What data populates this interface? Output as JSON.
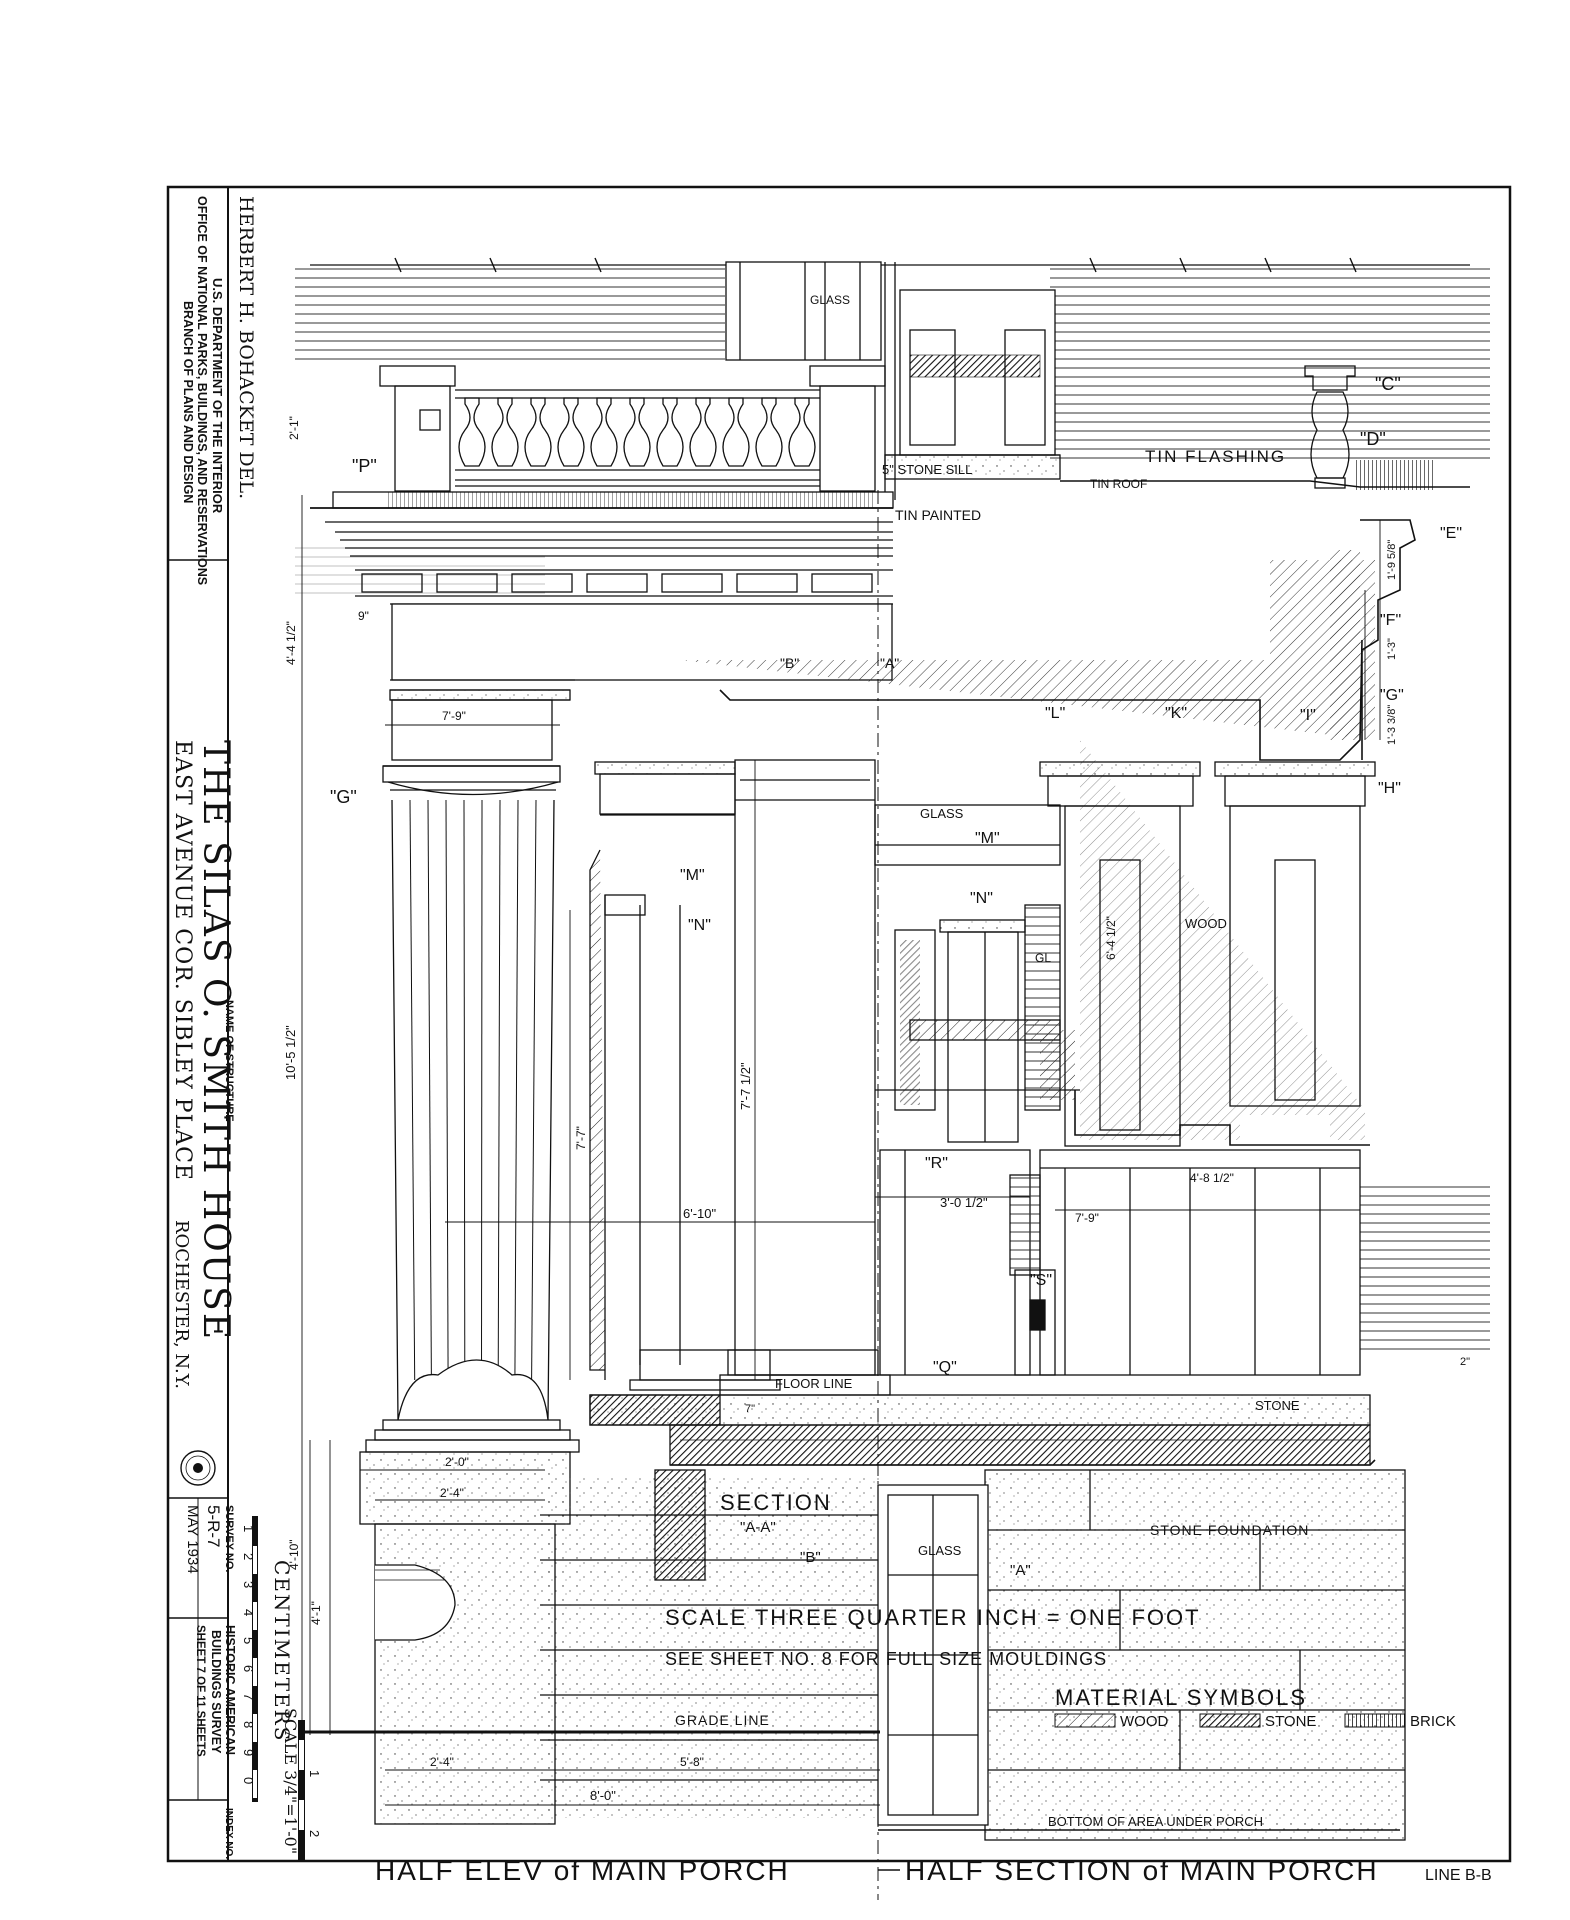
{
  "title_block": {
    "delineator": "HERBERT H. BOHACKET DEL.",
    "agency_line1": "U.S. DEPARTMENT OF THE INTERIOR",
    "agency_line2": "OFFICE OF NATIONAL PARKS, BUILDINGS, AND RESERVATIONS",
    "agency_line3": "BRANCH OF PLANS AND DESIGN",
    "name_of_structure_label": "NAME OF STRUCTURE",
    "structure_name": "THE SILAS O. SMITH HOUSE",
    "structure_address": "EAST AVENUE COR. SIBLEY PLACE",
    "structure_city": "ROCHESTER, N.Y.",
    "survey_no_label": "SURVEY NO.",
    "survey_no": "5-R-7",
    "date": "MAY 1934",
    "survey_name_line1": "HISTORIC AMERICAN",
    "survey_name_line2": "BUILDINGS SURVEY",
    "sheet_label": "SHEET 7 OF 11 SHEETS",
    "index_no_label": "INDEX NO.",
    "centimeters_label": "CENTIMETERS",
    "scale_bar_label": "SCALE 3/4\"=1'-0\"",
    "scale_ticks_cm": [
      "1",
      "2",
      "3",
      "4",
      "5",
      "6",
      "7",
      "8",
      "9",
      "0"
    ],
    "scale_ticks_ft": [
      "1",
      "2"
    ]
  },
  "drawing": {
    "title_left": "HALF ELEV of MAIN PORCH",
    "title_right": "HALF SECTION of MAIN PORCH",
    "title_line": "LINE B-B",
    "scale_note": "SCALE THREE QUARTER INCH = ONE FOOT",
    "see_sheet_note": "SEE SHEET NO. 8 FOR FULL SIZE MOULDINGS",
    "section_label": "SECTION",
    "section_sub": "\"A-A\"",
    "material_symbols_title": "MATERIAL SYMBOLS",
    "material_wood": "WOOD",
    "material_stone": "STONE",
    "material_brick": "BRICK",
    "notes": {
      "tin_flashing": "TIN FLASHING",
      "tin_roof": "TIN ROOF",
      "tin_painted": "TIN PAINTED",
      "stone_sill": "5\" STONE SILL",
      "glass": "GLASS",
      "wood": "WOOD",
      "floor_line": "FLOOR LINE",
      "stone": "STONE",
      "stone_foundation": "STONE FOUNDATION",
      "grade_line": "GRADE LINE",
      "bottom_area": "BOTTOM OF AREA UNDER PORCH",
      "gl": "GL"
    },
    "detail_keys": {
      "p": "\"P\"",
      "c": "\"C\"",
      "d": "\"D\"",
      "e": "\"E\"",
      "f": "\"F\"",
      "g_right": "\"G\"",
      "g_left": "\"G\"",
      "h": "\"H\"",
      "i": "\"I\"",
      "k": "\"K\"",
      "l": "\"L\"",
      "m_left": "\"M\"",
      "m_right": "\"M\"",
      "n_left": "\"N\"",
      "n_right": "\"N\"",
      "r": "\"R\"",
      "q": "\"Q\"",
      "s": "\"S\"",
      "b_top": "\"B\"",
      "a_top": "\"A\"",
      "b_bottom": "\"B\"",
      "a_bottom": "\"A\""
    },
    "dimensions": {
      "overall_height": "10'-5 1/2\"",
      "col_height": "7'-7 1/2\"",
      "pier_height": "7'-7\"",
      "span": "6'-10\"",
      "base_width": "2'-0\"",
      "pedestal_width": "2'-4\"",
      "foundation_height": "4'-1\"",
      "foundation_total": "4'-10\"",
      "ground_left": "2'-4\"",
      "ground_right": "5'-8\"",
      "ground_total": "8'-0\"",
      "shaft_dia": "7'-9\"",
      "balustrade_h": "2'-1\"",
      "entab": "4'-4 1/2\"",
      "nine": "9\"",
      "door_w": "3'-0 1/2\"",
      "panel_w": "7'-9\"",
      "panel_sum": "4'-8 1/2\"",
      "inner_h": "6'-4 1/2\"",
      "cornice_r1": "1'-9 5/8\"",
      "cornice_r2": "1'-3\"",
      "cornice_r3": "1'-3 3/8\"",
      "seven": "7\"",
      "two": "2\""
    }
  }
}
